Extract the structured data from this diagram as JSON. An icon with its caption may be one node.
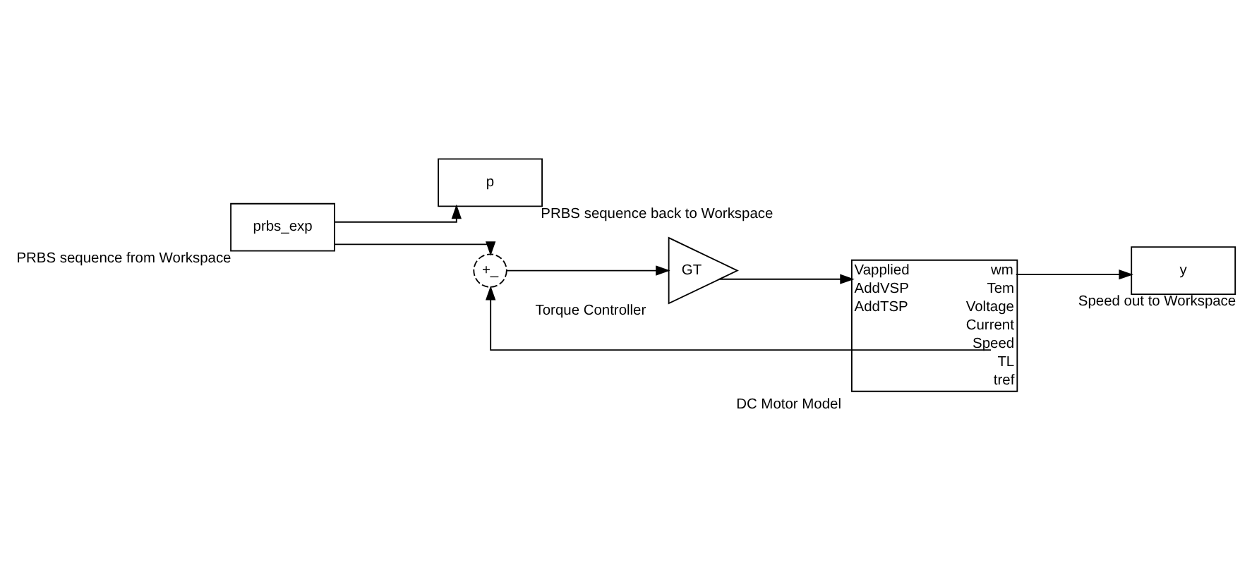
{
  "diagram": {
    "nodes": [
      {
        "text": [
          "prbs_exp"
        ],
        "beside": [
          "PRBS sequence from Workspace"
        ]
      },
      {
        "text": [
          "p"
        ],
        "beside": [
          "PRBS sequence back to Workspace"
        ]
      },
      {
        "text": [
          "+_"
        ]
      },
      {
        "text": [
          "GT"
        ],
        "beside": [
          "Torque Controller"
        ]
      },
      {
        "text": [
          "Vapplied",
          "AddVSP",
          "AddTSP",
          "wm",
          "Tem",
          "Voltage",
          "Current",
          "Speed",
          "TL",
          "tref"
        ],
        "beside": [
          "DC Motor Model"
        ]
      },
      {
        "text": [
          "y"
        ],
        "beside": [
          "Speed out to Workspace"
        ]
      }
    ],
    "edges": [
      {
        "from": 0,
        "to": 2,
        "arrow": "to"
      },
      {
        "from": 0,
        "to": 1,
        "arrow": "to"
      },
      {
        "from": 2,
        "to": 3,
        "arrow": "to"
      },
      {
        "from": 3,
        "to": 4,
        "arrow": "to"
      },
      {
        "from": 4,
        "to": 5,
        "arrow": "to"
      },
      {
        "from": 4,
        "to": 2,
        "arrow": "to"
      }
    ]
  }
}
